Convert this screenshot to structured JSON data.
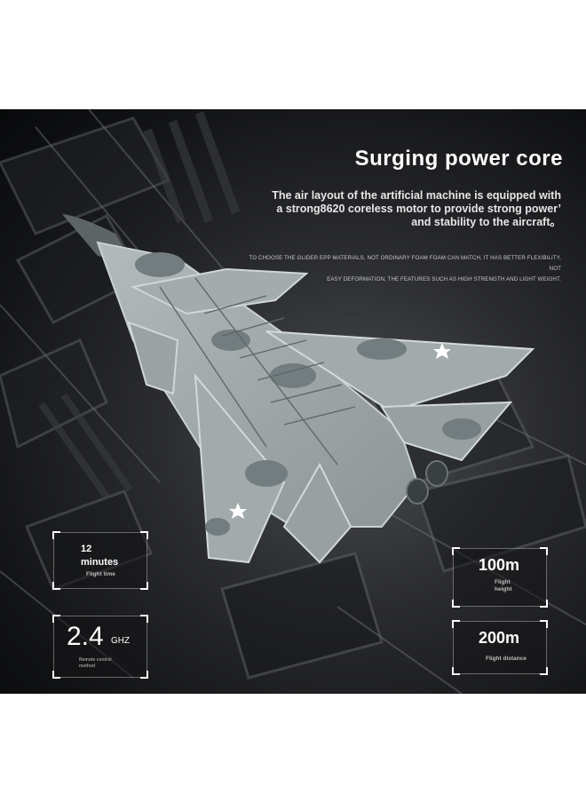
{
  "headline": "Surging power core",
  "description": {
    "line1": "The air layout of the artificial machine is equipped with",
    "line2": "a strong8620 coreless motor to provide strong power’",
    "line3": "and stability to the aircraft。"
  },
  "fine_print": {
    "line1": "TO CHOOSE THE GLIDER EPP MATERIALS, NOT ORDINARY FOAM FOAM CAN MATCH, IT HAS BETTER FLEXIBILITY, NOT",
    "line2": "EASY DEFORMATION, THE FEATURES SUCH AS HIGH STRENGTH AND LIGHT WEIGHT."
  },
  "specs": {
    "flight_time": {
      "value": "12",
      "unit": "minutes",
      "label": "Flight time"
    },
    "flight_height": {
      "value": "100m",
      "label_line1": "Flight",
      "label_line2": "height"
    },
    "frequency": {
      "value": "2.4",
      "unit": "GHZ",
      "label_line1": "Remote control",
      "label_line2": "method"
    },
    "flight_distance": {
      "value": "200m",
      "label": "Flight distance"
    }
  },
  "colors": {
    "jet_body": "#9ea6a8",
    "jet_camo": "#747d80",
    "jet_edge": "#c9d0d1",
    "background": "#1a1b1d",
    "text": "#ffffff"
  }
}
